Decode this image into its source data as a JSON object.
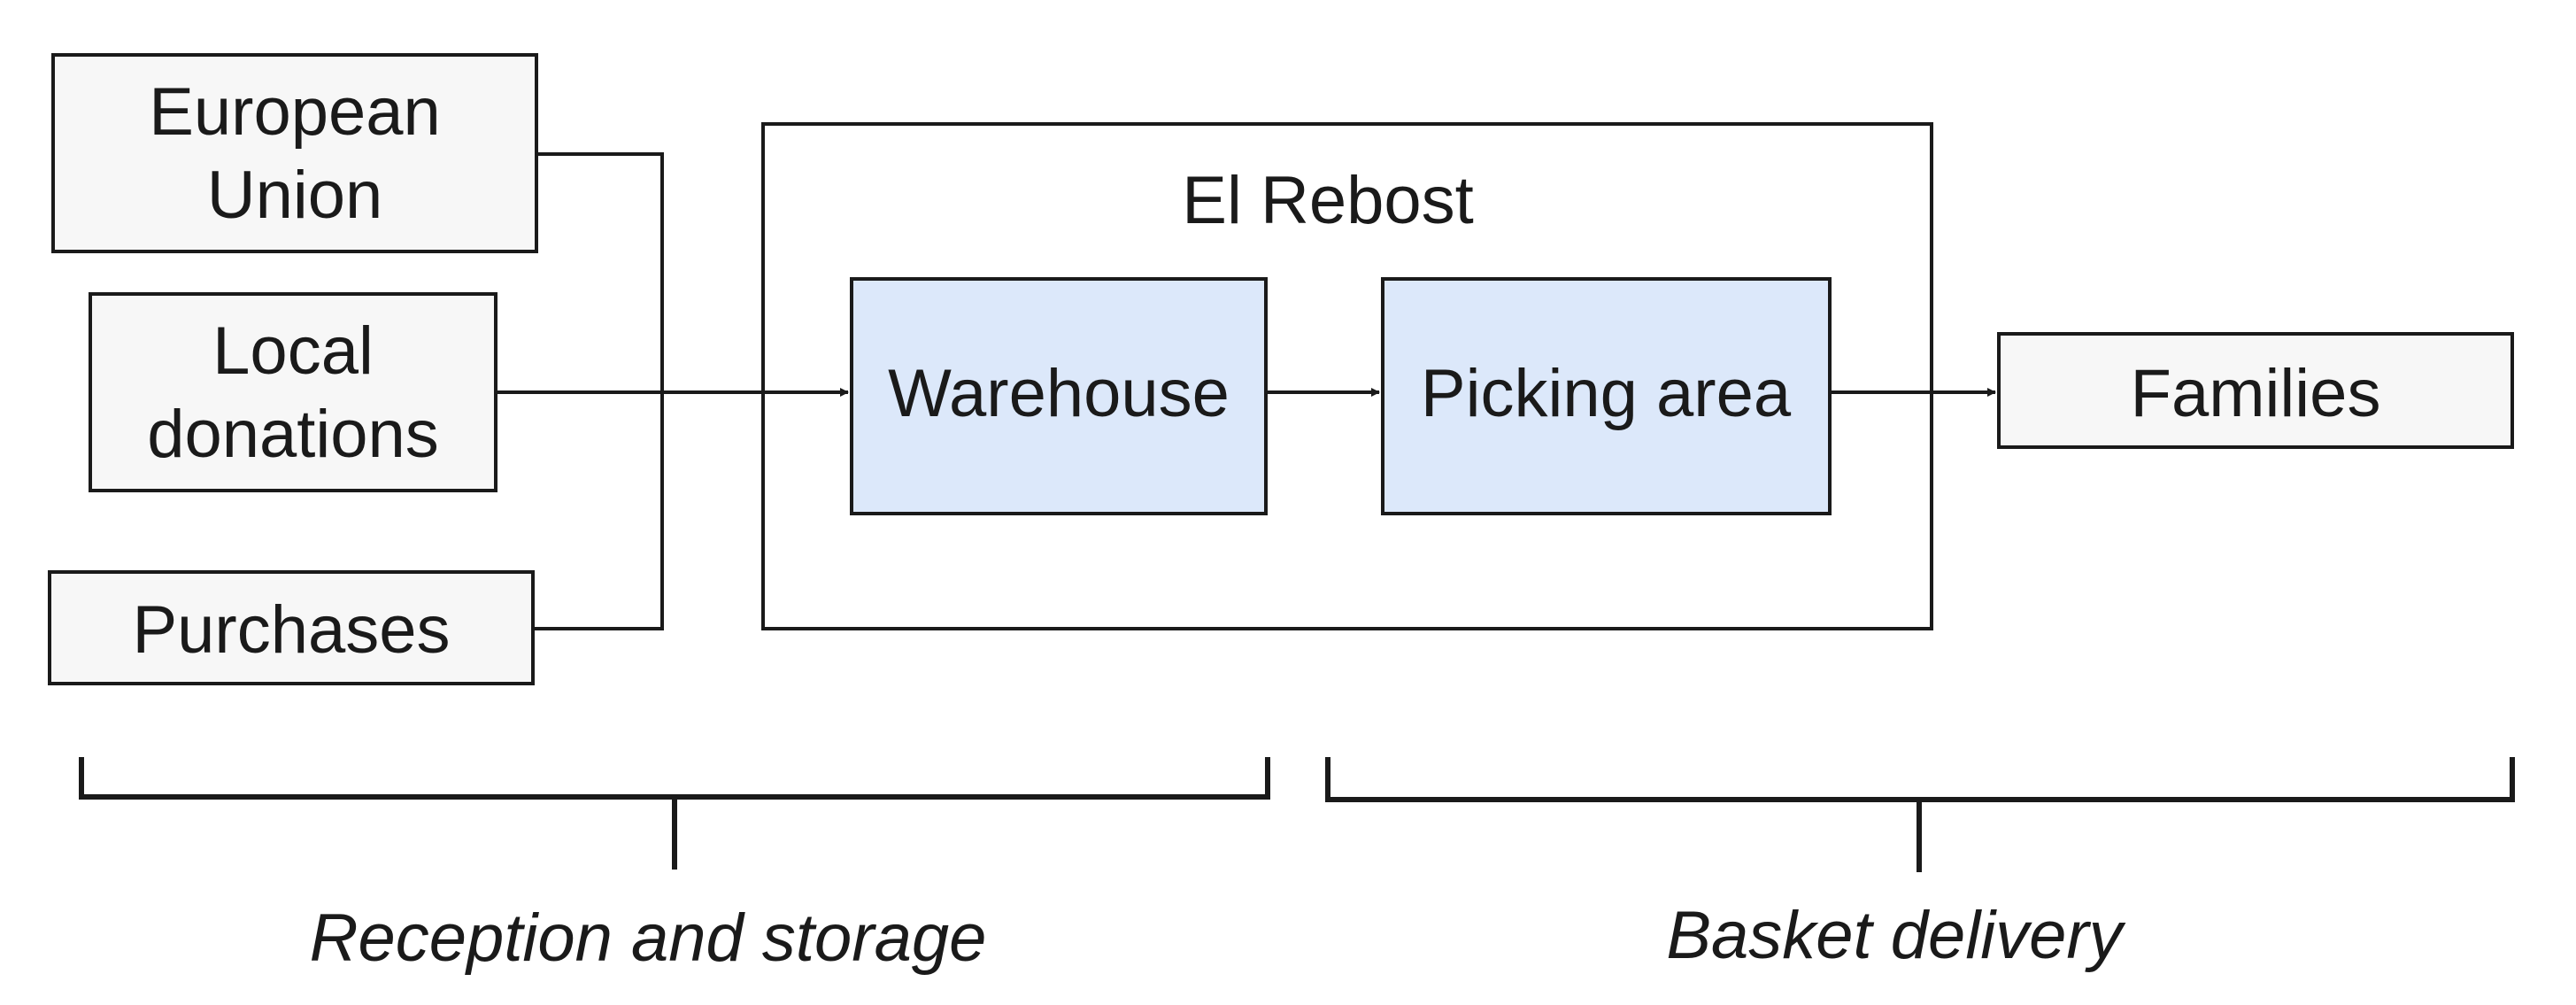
{
  "diagram": {
    "sources": {
      "european_union": [
        "European",
        "Union"
      ],
      "local_donations": [
        "Local",
        "donations"
      ],
      "purchases": "Purchases"
    },
    "container_title": "El Rebost",
    "nodes": {
      "warehouse": "Warehouse",
      "picking_area": "Picking area",
      "families": "Families"
    },
    "phases": {
      "reception": "Reception and storage",
      "delivery": "Basket delivery"
    },
    "colors": {
      "stroke": "#1a1a1a",
      "source_fill": "#f7f7f7",
      "process_fill": "#dce8fa"
    }
  }
}
